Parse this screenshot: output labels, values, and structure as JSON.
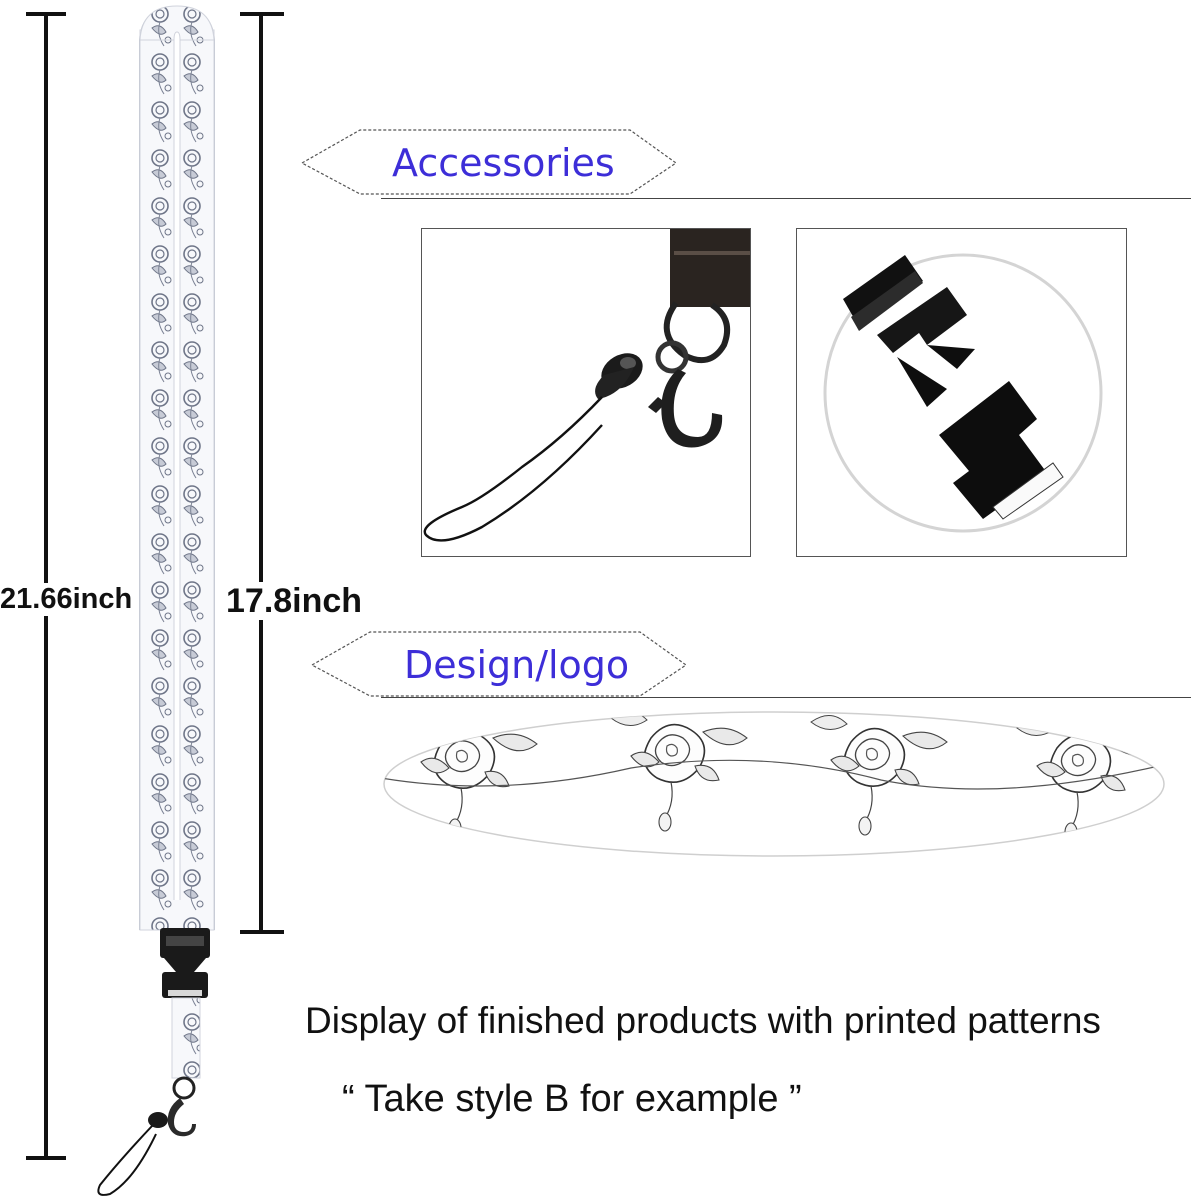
{
  "measurements": {
    "total_length": "21.66inch",
    "strap_length": "17.8inch"
  },
  "sections": {
    "accessories_label": "Accessories",
    "design_label": "Design/logo"
  },
  "captions": {
    "display_text": "Display of finished products with printed patterns",
    "example_text": "“ Take style B for example ”"
  },
  "colors": {
    "label_accent": "#3d2ed8",
    "strap_pattern": "#6e7588",
    "hardware": "#1a1a1a"
  },
  "icons": {
    "accessory_1": "lobster-clasp-with-phone-loop-icon",
    "accessory_2": "buckle-release-icon"
  }
}
